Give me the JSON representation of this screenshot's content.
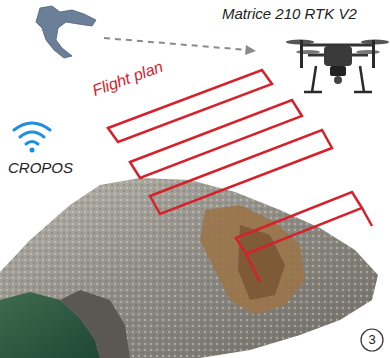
{
  "diagram": {
    "labels": [
      "Matrice 210 RTK V2",
      "Flight plan",
      "CROPOS",
      "3"
    ]
  }
}
